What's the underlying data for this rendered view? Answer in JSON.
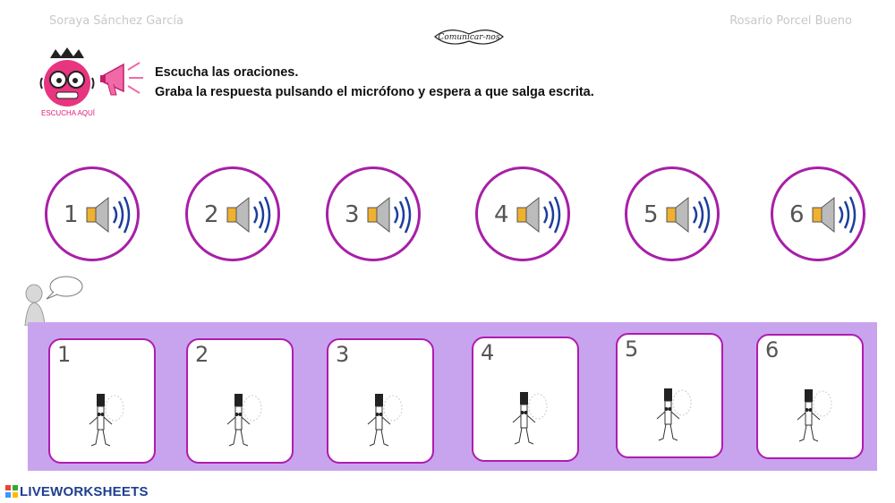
{
  "header": {
    "author_left": "Soraya Sánchez García",
    "author_right": "Rosario Porcel Bueno",
    "logo_text": "Comunicar-nos"
  },
  "mascot": {
    "label": "ESCUCHA AQUÍ"
  },
  "instructions": {
    "line1": "Escucha las oraciones.",
    "line2": "Graba la respuesta pulsando el micrófono y espera a que salga escrita."
  },
  "audio_buttons": [
    "1",
    "2",
    "3",
    "4",
    "5",
    "6"
  ],
  "record_cards": [
    "1",
    "2",
    "3",
    "4",
    "5",
    "6"
  ],
  "footer": {
    "brand": "LIVEWORKSHEETS"
  },
  "colors": {
    "circle_border": "#a81fa8",
    "band": "#c8a4ee",
    "brand": "#1e3f8f",
    "accent": "#e0197d"
  }
}
